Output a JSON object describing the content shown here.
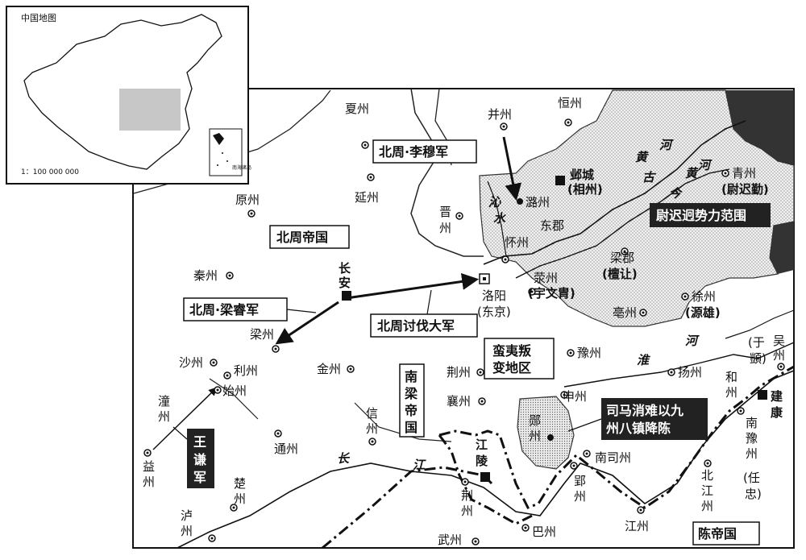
{
  "inset": {
    "title": "中国地图",
    "scale": "1：100 000 000",
    "south_sea_label": "南海诸岛"
  },
  "regions": {
    "north_zhou": "北周帝国",
    "chen": "陈帝国",
    "south_liang": "南梁帝国",
    "yuchi": "尉迟迥势力范围",
    "manyi": "蛮夷叛变地区",
    "sima": "司马消难以九州八镇降陈"
  },
  "armies": {
    "li_mu": "北周·李穆军",
    "liang_rui": "北周·梁睿军",
    "main": "北周讨伐大军",
    "wang_qian": "王谦军"
  },
  "capitals": {
    "changan": "长安",
    "ye": "邺城",
    "ye_alt": "(相州)",
    "jiankang": "建康",
    "jiangling": "江陵",
    "luoyang": "洛阳",
    "luoyang_alt": "(东京)"
  },
  "cities": {
    "xiazhou": "夏州",
    "bingzhou": "并州",
    "hengzhou": "恒州",
    "yuanzhou": "原州",
    "yanzhou": "延州",
    "jinzhou_n": "晋州",
    "luzhou": "潞州",
    "dongjun": "东郡",
    "huaizhou": "怀州",
    "qingzhou": "青州",
    "qingzhou_alt": "(尉迟勤)",
    "qinzhou": "秦州",
    "xingzhou": "荥州",
    "xingzhou_alt": "(宇文胄)",
    "liangjun": "梁郡",
    "liangjun_alt": "(檀让)",
    "bozhou": "亳州",
    "xuzhou": "徐州",
    "xuzhou_alt": "(源雄)",
    "liangzhou": "梁州",
    "shazhou": "沙州",
    "lizhou": "利州",
    "shizhou": "始州",
    "jinzhou": "金州",
    "yuzhou": "豫州",
    "jingzhou": "荆州",
    "yangzhou": "扬州",
    "wuzhou_e": "吴州",
    "yuyi": "(于顗)",
    "hezhou": "和州",
    "tongzhou": "潼州",
    "xiangzhou": "襄州",
    "shenzhou": "申州",
    "yunzhou": "郧州",
    "xinzhou": "信州",
    "tongzhou2": "通州",
    "yizhou": "益州",
    "chuzhou": "楚州",
    "luzhou_s": "泸州",
    "jingzhou_s": "荆州",
    "bazhou": "巴州",
    "wuzhou": "武州",
    "yingzhou": "郢州",
    "nansizhou": "南司州",
    "jiangzhou": "江州",
    "beijiangzhou": "北江州",
    "nanyuzhou": "南豫州",
    "renzhong": "(任忠)"
  },
  "rivers": {
    "huang1": "黄",
    "huang2": "河",
    "gu1": "黄",
    "gu2": "古",
    "gu3": "今",
    "gu4": "河",
    "qin1": "沁",
    "qin2": "水",
    "huai1": "淮",
    "huai2": "河",
    "chang1": "长",
    "chang2": "江"
  }
}
